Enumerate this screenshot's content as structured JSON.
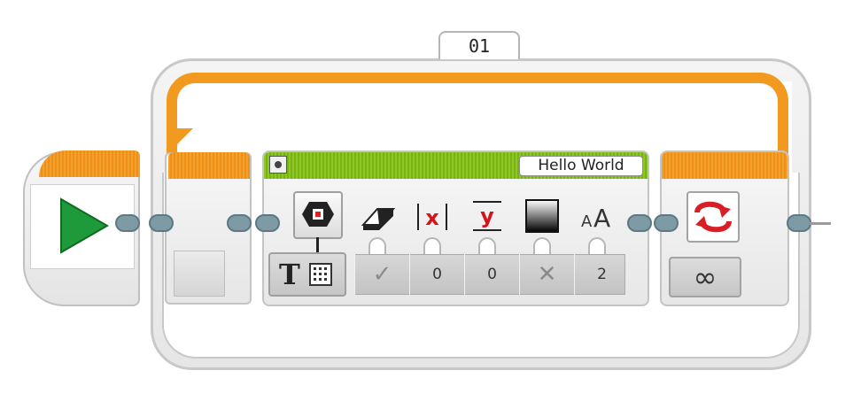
{
  "loop": {
    "name": "01",
    "count": "∞"
  },
  "start_block": {
    "icon": "play-icon",
    "accent": "#1f9a3a"
  },
  "display_block": {
    "comment": "Hello World",
    "params": {
      "clear_screen": "✓",
      "x": "0",
      "y": "0",
      "color": "✕",
      "font": "2"
    },
    "icons": {
      "clear": "eraser-icon",
      "x": "x-coordinate-icon",
      "y": "y-coordinate-icon",
      "color": "color-icon",
      "font": "font-size-icon"
    },
    "header_color": "#7fbd1c"
  },
  "loop_interrupt": {
    "icon": "loop-interrupt-icon",
    "accent": "#f29a20"
  }
}
